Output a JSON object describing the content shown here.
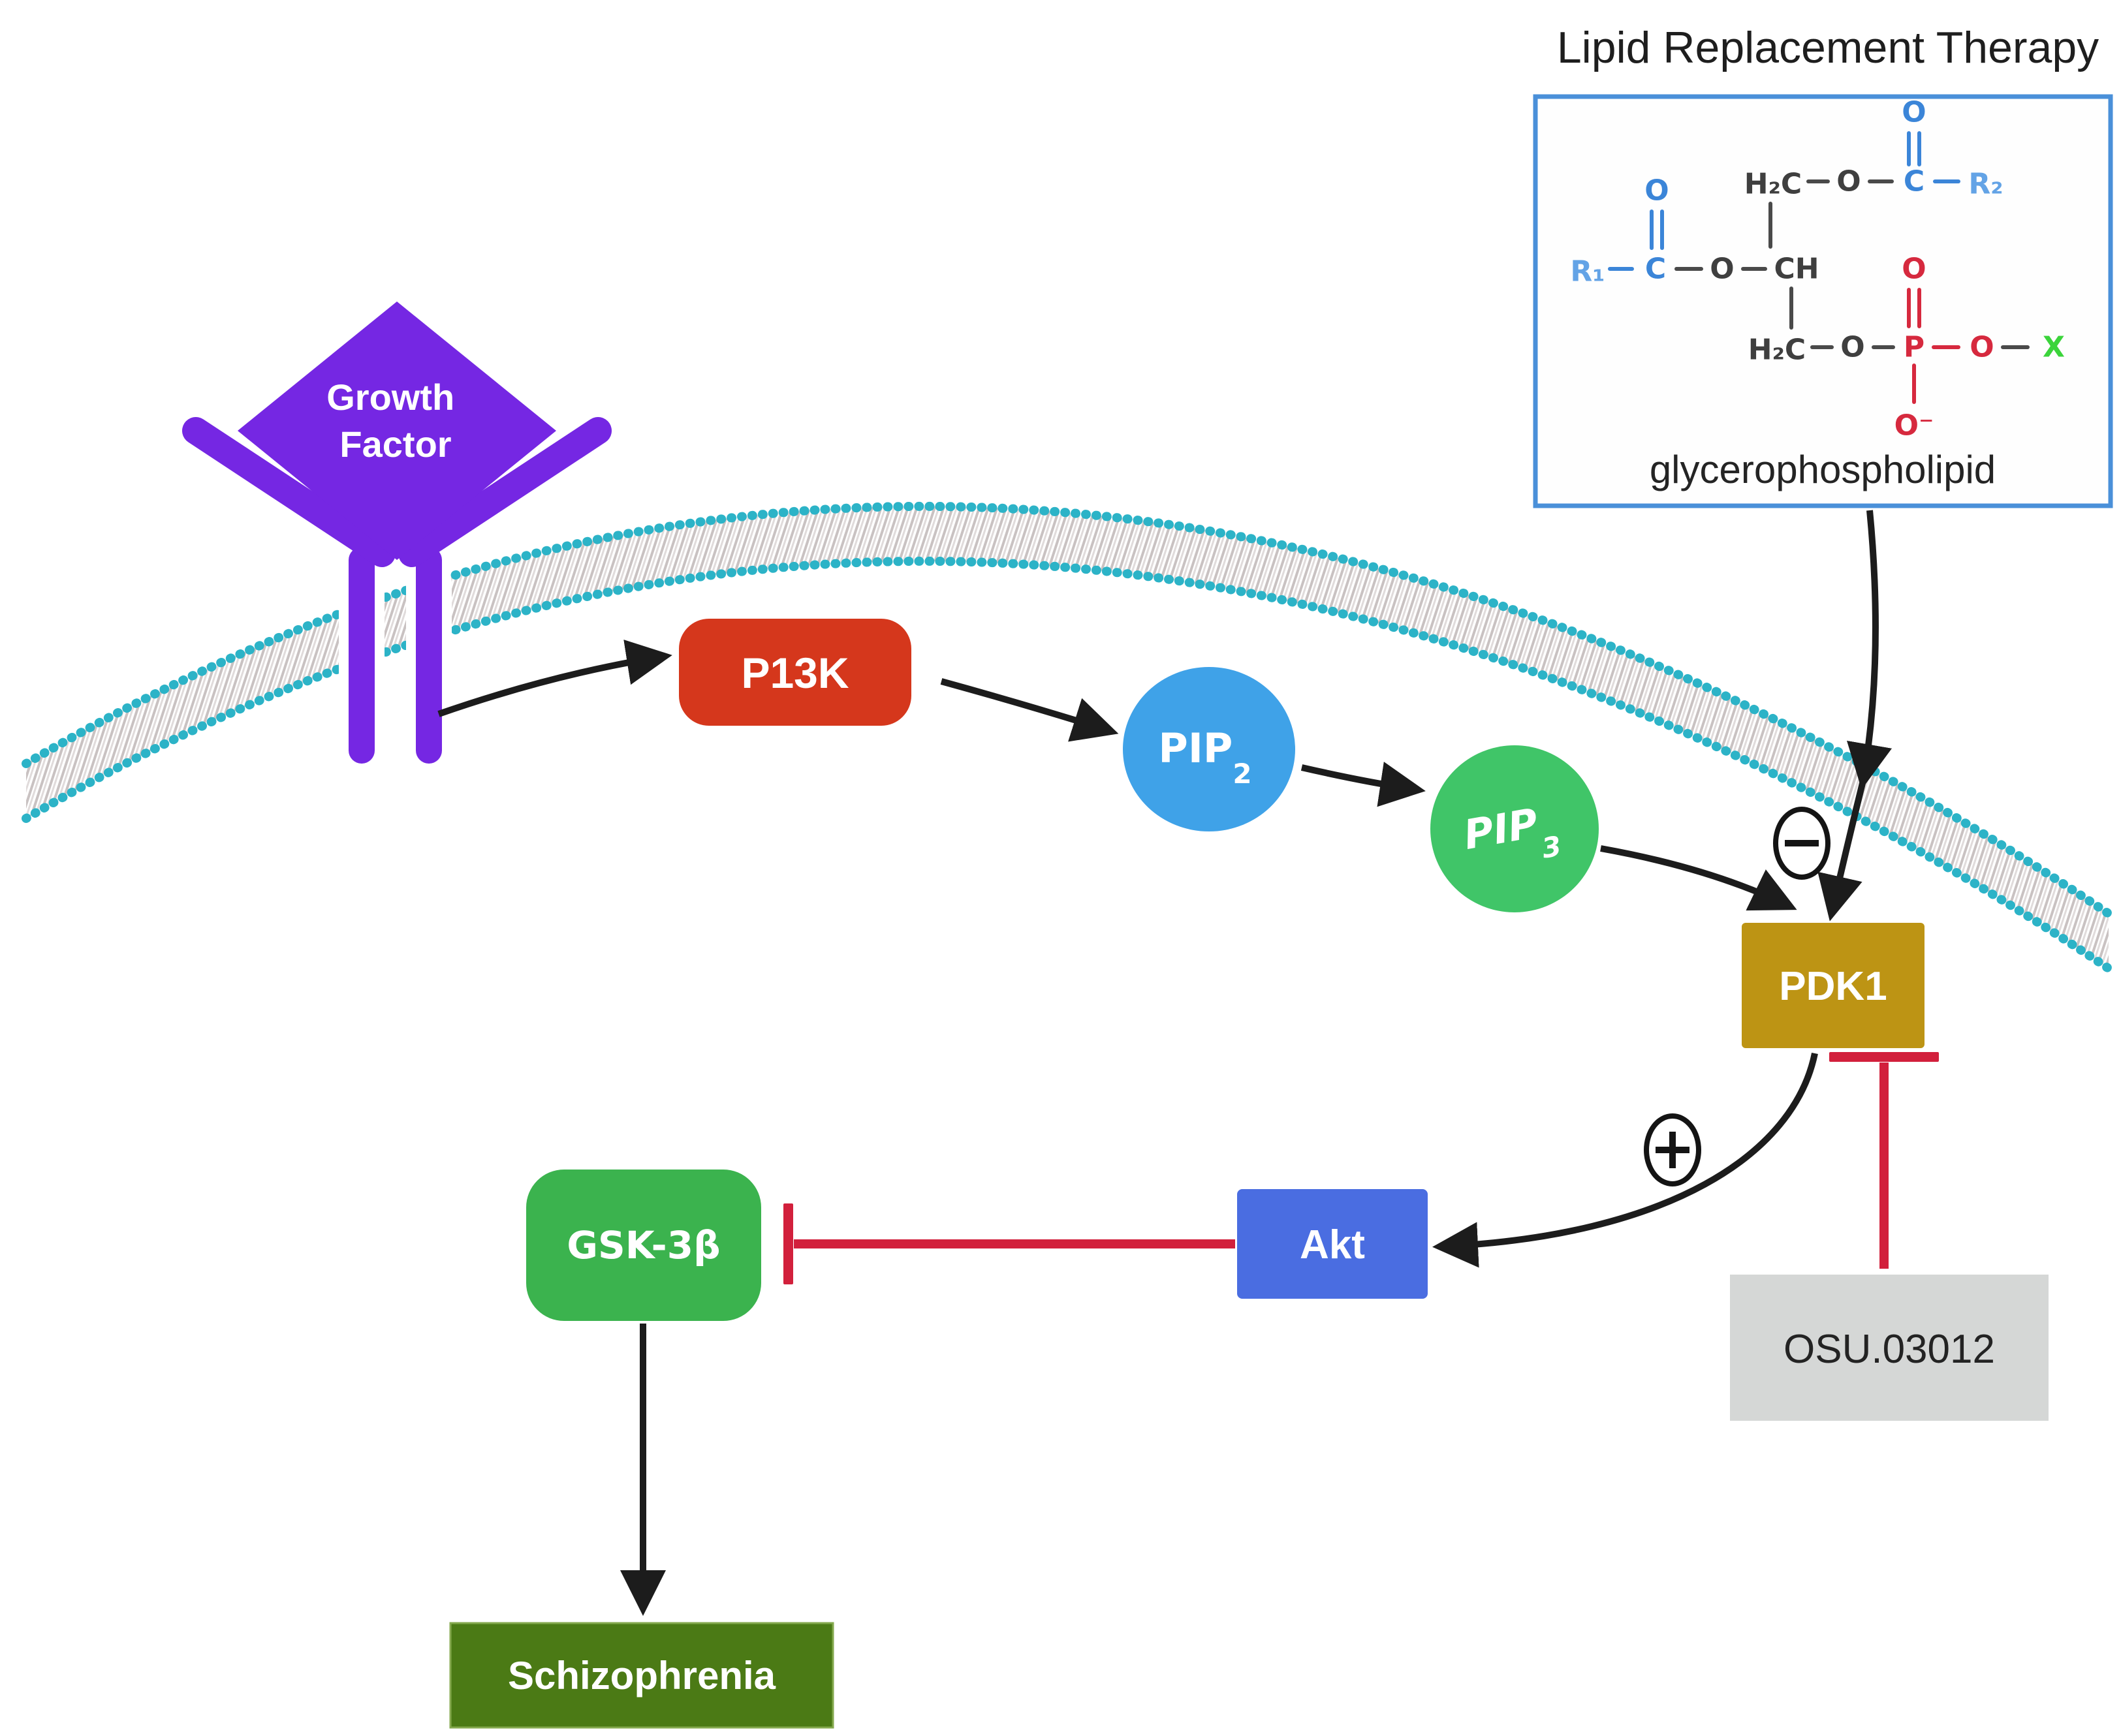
{
  "figure": {
    "type": "signaling-pathway-diagram",
    "background": "#ffffff"
  },
  "lipid_panel": {
    "title": "Lipid Replacement Therapy",
    "caption": "glycerophospholipid",
    "border_color": "#4a90d9"
  },
  "molecule": {
    "carbonyl_top_o": "O",
    "h2c_top": "H₂C",
    "ester_o_top": "O",
    "carbonyl_top_c": "C",
    "r2": "R₂",
    "r1": "R₁",
    "carbonyl_left_c": "C",
    "carbonyl_left_o": "O",
    "ester_o_left": "O",
    "ch": "CH",
    "h2c_bottom": "H₂C",
    "ester_o_bottom": "O",
    "p": "P",
    "phosphate_dbl_o": "O",
    "phosphate_bridge_o": "O",
    "x_headgroup": "X",
    "o_minus": "O⁻"
  },
  "nodes": {
    "growth_factor": {
      "line1": "Growth",
      "line2": "Factor",
      "color": "#7527e3"
    },
    "p13k": {
      "label": "P13K",
      "color": "#d5371c"
    },
    "pip2": {
      "label": "PIP",
      "sub": "2",
      "color": "#3fa2e8"
    },
    "pip3": {
      "label": "PIP",
      "sub": "3",
      "color": "#40c568"
    },
    "pdk1": {
      "label": "PDK1",
      "color": "#bd9414"
    },
    "akt": {
      "label": "Akt",
      "color": "#4a6de1"
    },
    "gsk3b": {
      "label": "GSK-3β",
      "color": "#3bb34e"
    },
    "osu": {
      "label": "OSU.03012",
      "color": "#d5d7d6"
    },
    "schizophrenia": {
      "label": "Schizophrenia",
      "color": "#4b7a15"
    }
  },
  "signs": {
    "minus": "−",
    "plus": "+"
  },
  "colors": {
    "membrane_dot": "#2cb3c7",
    "membrane_tail": "#c9c2c2",
    "arrow": "#1c1c1c",
    "inhibition": "#d2203c",
    "panel_border": "#4a90d9",
    "receptor_purple": "#7527e3"
  }
}
